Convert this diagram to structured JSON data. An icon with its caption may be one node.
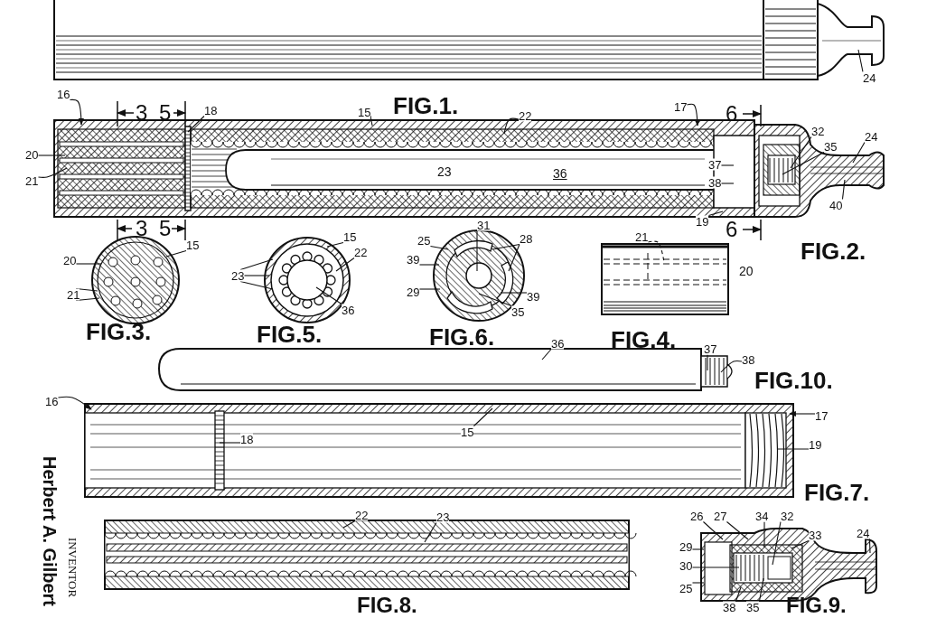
{
  "diagram": {
    "nodes": [
      {
        "text": [
          "24"
        ]
      },
      {
        "text": [
          "16"
        ]
      },
      {
        "text": [
          "18"
        ]
      },
      {
        "text": [
          "15"
        ]
      },
      {
        "text": [
          "22"
        ]
      },
      {
        "text": [
          "17"
        ]
      },
      {
        "text": [
          "32"
        ]
      },
      {
        "text": [
          "35"
        ]
      },
      {
        "text": [
          "24"
        ]
      },
      {
        "text": [
          "20"
        ]
      },
      {
        "text": [
          "21"
        ]
      },
      {
        "text": [
          "37"
        ]
      },
      {
        "text": [
          "38"
        ]
      },
      {
        "text": [
          "40"
        ]
      },
      {
        "text": [
          "19"
        ]
      },
      {
        "text": [
          "20"
        ]
      },
      {
        "text": [
          "15"
        ]
      },
      {
        "text": [
          "21"
        ]
      },
      {
        "text": [
          "15"
        ]
      },
      {
        "text": [
          "22"
        ]
      },
      {
        "text": [
          "23"
        ]
      },
      {
        "text": [
          "36"
        ]
      },
      {
        "text": [
          "31"
        ]
      },
      {
        "text": [
          "25"
        ]
      },
      {
        "text": [
          "28"
        ]
      },
      {
        "text": [
          "39"
        ]
      },
      {
        "text": [
          "29"
        ]
      },
      {
        "text": [
          "39"
        ]
      },
      {
        "text": [
          "35"
        ]
      },
      {
        "text": [
          "21"
        ]
      },
      {
        "text": [
          "36"
        ]
      },
      {
        "text": [
          "37"
        ]
      },
      {
        "text": [
          "38"
        ]
      },
      {
        "text": [
          "16"
        ]
      },
      {
        "text": [
          "18"
        ]
      },
      {
        "text": [
          "15"
        ]
      },
      {
        "text": [
          "17"
        ]
      },
      {
        "text": [
          "19"
        ]
      },
      {
        "text": [
          "22"
        ]
      },
      {
        "text": [
          "23"
        ]
      },
      {
        "text": [
          "26"
        ]
      },
      {
        "text": [
          "27"
        ]
      },
      {
        "text": [
          "34"
        ]
      },
      {
        "text": [
          "32"
        ]
      },
      {
        "text": [
          "33"
        ]
      },
      {
        "text": [
          "24"
        ]
      },
      {
        "text": [
          "29"
        ]
      },
      {
        "text": [
          "30"
        ]
      },
      {
        "text": [
          "25"
        ]
      },
      {
        "text": [
          "38"
        ]
      },
      {
        "text": [
          "35"
        ]
      }
    ],
    "edges": [
      {
        "from": 0,
        "to": null,
        "arrow": "none"
      },
      {
        "from": 1,
        "to": null,
        "arrow": "to"
      },
      {
        "from": 2,
        "to": null,
        "arrow": "none"
      },
      {
        "from": 3,
        "to": null,
        "arrow": "none"
      },
      {
        "from": 4,
        "to": null,
        "arrow": "none"
      },
      {
        "from": 5,
        "to": null,
        "arrow": "to"
      },
      {
        "from": 6,
        "to": null,
        "arrow": "none"
      },
      {
        "from": 7,
        "to": null,
        "arrow": "none"
      },
      {
        "from": 8,
        "to": null,
        "arrow": "none"
      },
      {
        "from": 9,
        "to": null,
        "arrow": "none"
      },
      {
        "from": 10,
        "to": null,
        "arrow": "none"
      },
      {
        "from": 11,
        "to": null,
        "arrow": "none"
      },
      {
        "from": 12,
        "to": null,
        "arrow": "none"
      },
      {
        "from": 13,
        "to": null,
        "arrow": "none"
      },
      {
        "from": 14,
        "to": null,
        "arrow": "none"
      },
      {
        "from": 15,
        "to": null,
        "arrow": "none"
      },
      {
        "from": 16,
        "to": null,
        "arrow": "none"
      },
      {
        "from": 17,
        "to": null,
        "arrow": "none"
      },
      {
        "from": 17,
        "to": null,
        "arrow": "none"
      },
      {
        "from": 18,
        "to": null,
        "arrow": "none"
      },
      {
        "from": 19,
        "to": null,
        "arrow": "none"
      },
      {
        "from": 20,
        "to": null,
        "arrow": "none"
      },
      {
        "from": 20,
        "to": null,
        "arrow": "none"
      },
      {
        "from": 20,
        "to": null,
        "arrow": "none"
      },
      {
        "from": 21,
        "to": null,
        "arrow": "none"
      },
      {
        "from": 22,
        "to": null,
        "arrow": "none"
      },
      {
        "from": 23,
        "to": null,
        "arrow": "none"
      },
      {
        "from": 24,
        "to": null,
        "arrow": "none"
      },
      {
        "from": 24,
        "to": null,
        "arrow": "none"
      },
      {
        "from": 25,
        "to": null,
        "arrow": "none"
      },
      {
        "from": 26,
        "to": null,
        "arrow": "none"
      },
      {
        "from": 27,
        "to": null,
        "arrow": "none"
      },
      {
        "from": 28,
        "to": null,
        "arrow": "none"
      },
      {
        "from": 29,
        "to": null,
        "arrow": "none",
        "style": "dashed"
      },
      {
        "from": 30,
        "to": null,
        "arrow": "none"
      },
      {
        "from": 31,
        "to": null,
        "arrow": "none"
      },
      {
        "from": 32,
        "to": null,
        "arrow": "none"
      },
      {
        "from": 33,
        "to": null,
        "arrow": "to"
      },
      {
        "from": 34,
        "to": null,
        "arrow": "none"
      },
      {
        "from": 35,
        "to": null,
        "arrow": "none"
      },
      {
        "from": 36,
        "to": null,
        "arrow": "to"
      },
      {
        "from": 37,
        "to": null,
        "arrow": "none"
      },
      {
        "from": 38,
        "to": null,
        "arrow": "none"
      },
      {
        "from": 39,
        "to": null,
        "arrow": "none"
      },
      {
        "from": 40,
        "to": null,
        "arrow": "none"
      },
      {
        "from": 41,
        "to": null,
        "arrow": "none"
      },
      {
        "from": 42,
        "to": null,
        "arrow": "none"
      },
      {
        "from": 43,
        "to": null,
        "arrow": "none"
      },
      {
        "from": 44,
        "to": null,
        "arrow": "none"
      },
      {
        "from": 45,
        "to": null,
        "arrow": "none"
      },
      {
        "from": 46,
        "to": null,
        "arrow": "none"
      },
      {
        "from": 47,
        "to": null,
        "arrow": "none"
      },
      {
        "from": 48,
        "to": null,
        "arrow": "none"
      },
      {
        "from": 49,
        "to": null,
        "arrow": "none"
      },
      {
        "from": 50,
        "to": null,
        "arrow": "none"
      }
    ],
    "labels": [
      "3",
      "5",
      "FIG.1.",
      "6",
      "23",
      "36",
      "3",
      "5",
      "6",
      "FIG.2.",
      "FIG.3.",
      "FIG.5.",
      "FIG.6.",
      "20",
      "FIG.4.",
      "FIG.10.",
      "FIG.7.",
      "FIG.8.",
      "FIG.9.",
      "INVENTOR",
      "Herbert A. Gilbert"
    ]
  }
}
